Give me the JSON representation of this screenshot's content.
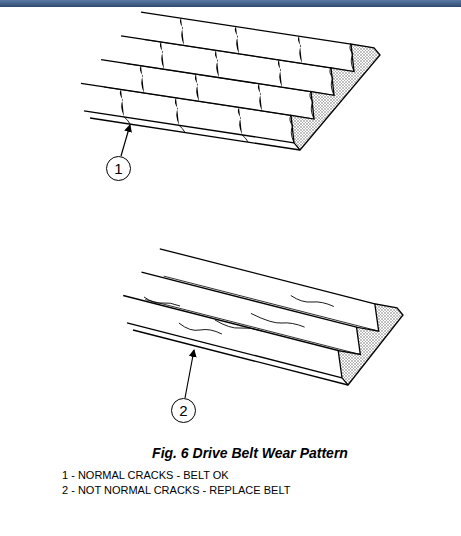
{
  "diagram": {
    "caption": "Fig. 6 Drive Belt Wear Pattern",
    "nodes": [
      {
        "text": [
          "1"
        ]
      },
      {
        "text": [
          "2"
        ]
      }
    ],
    "labels": [
      "1 - NORMAL CRACKS - BELT OK",
      "2 - NOT NORMAL CRACKS - REPLACE BELT"
    ]
  }
}
